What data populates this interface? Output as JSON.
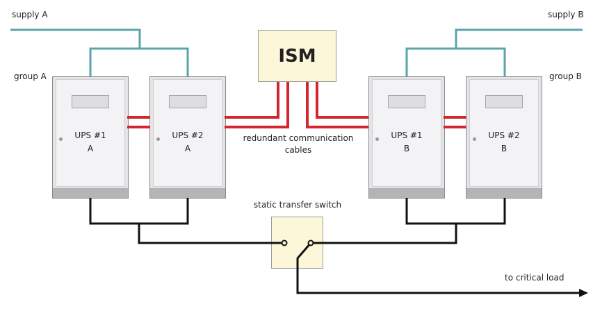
{
  "colors": {
    "supply_line": "#5aa5a8",
    "comm_cable": "#d42630",
    "power_line": "#111111",
    "ups_body": "#e4e4e6",
    "box_fill": "#fcf7d8"
  },
  "labels": {
    "supply_a": "supply A",
    "supply_b": "supply B",
    "group_a": "group A",
    "group_b": "group B",
    "ism": "ISM",
    "comm_cables_line1": "redundant communication",
    "comm_cables_line2": "cables",
    "sts": "static transfer switch",
    "critical_load": "to critical load"
  },
  "ups_units": [
    {
      "title": "UPS #1",
      "group": "A"
    },
    {
      "title": "UPS #2",
      "group": "A"
    },
    {
      "title": "UPS #1",
      "group": "B"
    },
    {
      "title": "UPS #2",
      "group": "B"
    }
  ]
}
